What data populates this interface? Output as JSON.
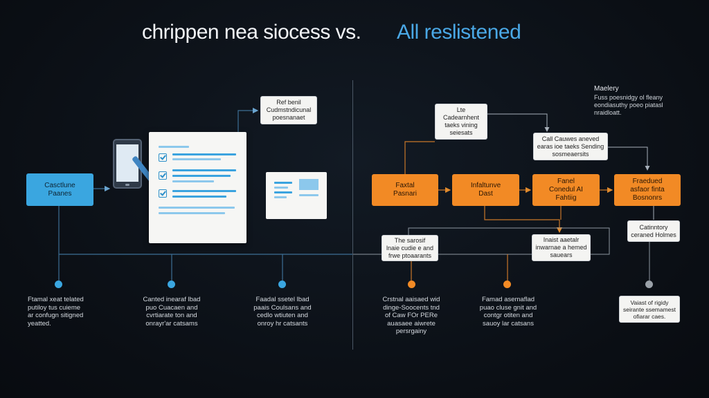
{
  "title": {
    "left": "chrippen nea siocess vs.",
    "right": "All reslistened"
  },
  "colors": {
    "background": "#0c1118",
    "blue_accent": "#3aa6e0",
    "orange_accent": "#f28a25",
    "line_blue": "#3d6f96",
    "line_orange": "#c9772a",
    "line_gray": "#8d96a0",
    "dot_gray": "#9aa1a8"
  },
  "legend": {
    "title": "Maelery",
    "body": "Fuss poesnidgy ol fleany\neondiasuthy poeo piatasl\nnraidloatt."
  },
  "left": {
    "start_node": "Casctlune\nPaanes",
    "callout": "Ref benil\nCudmstndicunal\npoesnanaet",
    "icons": {
      "phone": "phone-icon",
      "pen": "stylus-icon",
      "checklist": "checklist-document-icon",
      "card": "document-card-icon"
    },
    "descriptions": [
      "Ftamal xeat telated\nputiloy tus cuieme\nar confugn sitigned\nyeatted.",
      "Canted inearaf lbad\npuo Cuacaen and\ncvrtiarate ton and\nonrayr'ar catsams",
      "Faadal ssetel lbad\npaais Coulsans and\ncedlo wtiuten and\nonroy hr catsants"
    ]
  },
  "right": {
    "top_nodes": [
      "Lte\nCadearnhent\ntaeks vining\nseiesats",
      "Call Cauwes aneved\nearas ioe taeks Sending\nsosmeaersits"
    ],
    "orange_nodes": [
      "Faxtal\nPasnari",
      "Infaltunve\nDast",
      "Fanel\nConedul AI\nFahtiig",
      "Fraedued\nasfaor finta\nBosnonrs"
    ],
    "mid_nodes": [
      "The sarosif\nlnaie cudie e and\nfrwe ptoaarants",
      "Inaist aaetalr\ninwarnae a hemed\nsauears",
      "Catinntory\nceraned Holmes"
    ],
    "descriptions": [
      "Crstnal aaisaed wid\ndinge-Soocents tnd\nof Caw FOr PERe\nauasaee aiwrete\npersrgainy",
      "Famad asemaflad\npuao cluse gnit and\ncontgr otiten and\nsauoy lar catsans",
      "Vaiast of rigidy\nseirante ssemamest\nofiarar caes."
    ]
  }
}
